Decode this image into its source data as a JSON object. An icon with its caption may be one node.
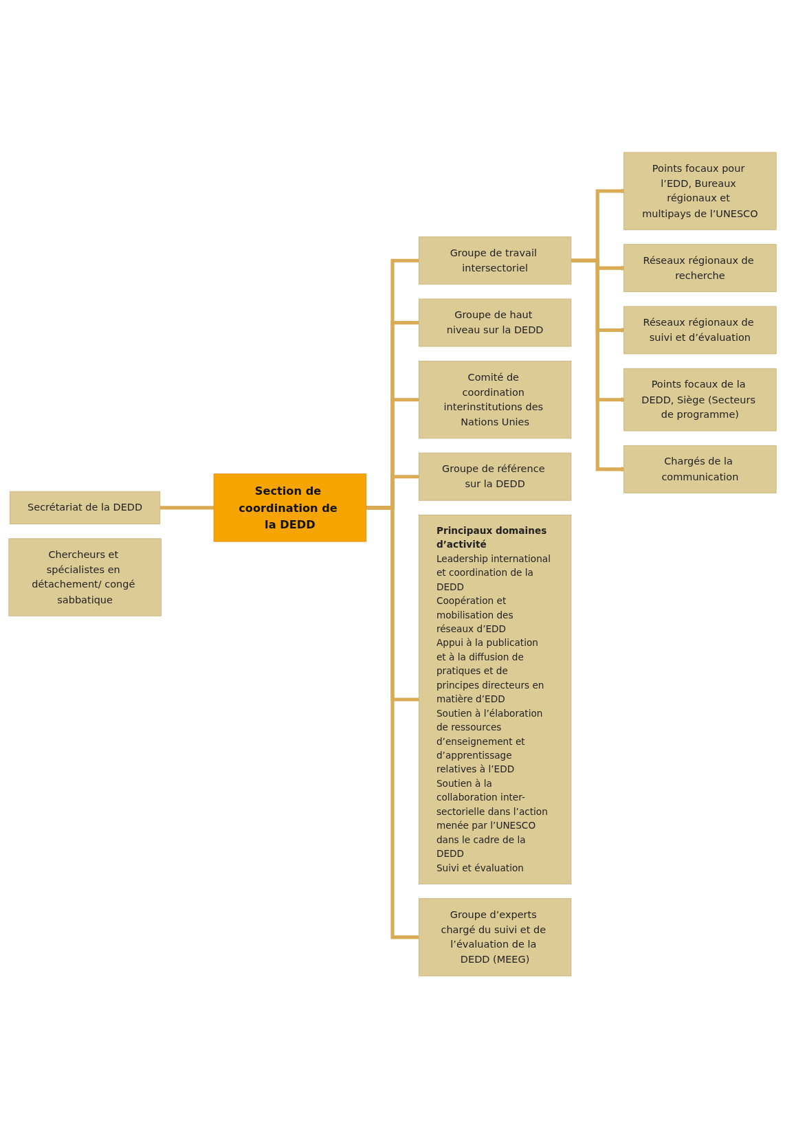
{
  "diagram": {
    "nodes": [
      {
        "text": [
          "Secrétariat de la DEDD"
        ]
      },
      {
        "text": [
          "Section de coordination de la DEDD"
        ]
      },
      {
        "text": [
          "Groupe de haut niveau sur la DEDD"
        ]
      },
      {
        "text": [
          "Comité de coordination interinstitutions des Nations Unies"
        ]
      },
      {
        "text": [
          "Groupe de travail intersectoriel"
        ]
      },
      {
        "text": [
          "Groupe de référence sur la DEDD"
        ]
      },
      {
        "text": [
          "Principaux domaines d’activité",
          "Leadership international et coordination de la DEDD",
          "Coopération et mobilisation des réseaux d’EDD",
          "Appui à la publication et à la diffusion de pratiques et de principes directeurs en matière d’EDD",
          "Soutien à l’élaboration de ressources d’enseignement et d’apprentissage relatives à l’EDD",
          "Soutien à la collaboration inter-sectorielle dans l’action menée par l’UNESCO dans le cadre de la DEDD",
          "Suivi et évaluation"
        ]
      },
      {
        "text": [
          "Groupe d’experts chargé du suivi et de l’évaluation de la DEDD (MEEG)"
        ]
      },
      {
        "text": [
          "Chercheurs et spécialistes en détachement/ congé sabbatique"
        ]
      },
      {
        "text": [
          "Points focaux pour l’EDD, Bureaux régionaux et multipays de l’UNESCO"
        ]
      },
      {
        "text": [
          "Réseaux régionaux de recherche"
        ]
      },
      {
        "text": [
          "Réseaux régionaux de suivi et d’évaluation"
        ]
      },
      {
        "text": [
          "Points focaux de la DEDD, Siège (Secteurs de programme)"
        ]
      },
      {
        "text": [
          "Chargés de la communication"
        ]
      }
    ],
    "edges": [
      {
        "from": 0,
        "to": 1,
        "arrow": "none"
      },
      {
        "from": 1,
        "to": 2,
        "arrow": "none"
      },
      {
        "from": 1,
        "to": 3,
        "arrow": "none"
      },
      {
        "from": 1,
        "to": 5,
        "arrow": "none"
      },
      {
        "from": 1,
        "to": 6,
        "arrow": "none"
      },
      {
        "from": 1,
        "to": 7,
        "arrow": "none"
      },
      {
        "from": 1,
        "to": 4,
        "arrow": "none"
      },
      {
        "from": 4,
        "to": 9,
        "arrow": "to"
      },
      {
        "from": 4,
        "to": 10,
        "arrow": "to"
      },
      {
        "from": 4,
        "to": 11,
        "arrow": "to"
      },
      {
        "from": 4,
        "to": 12,
        "arrow": "to"
      },
      {
        "from": 4,
        "to": 13,
        "arrow": "to"
      }
    ]
  }
}
